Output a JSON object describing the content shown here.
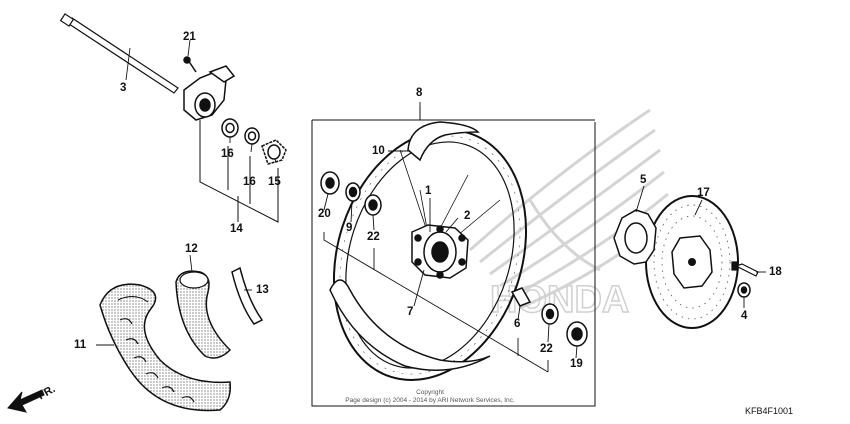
{
  "callouts": {
    "c1": "1",
    "c2": "2",
    "c3": "3",
    "c4": "4",
    "c5": "5",
    "c6": "6",
    "c7": "7",
    "c8": "8",
    "c9": "9",
    "c10": "10",
    "c11": "11",
    "c12": "12",
    "c13": "13",
    "c14": "14",
    "c15": "15",
    "c16a": "16",
    "c16b": "16",
    "c17": "17",
    "c18": "18",
    "c19": "19",
    "c20": "20",
    "c21": "21",
    "c22a": "22",
    "c22b": "22"
  },
  "copyright": {
    "line1": "Copyright",
    "line2": "Page design (c) 2004 - 2014 by ARI Network Services, Inc."
  },
  "diagram_code": "KFB4F1001",
  "direction_label": "FR.",
  "watermark": {
    "brand": "HONDA"
  },
  "colors": {
    "ink": "#111111",
    "watermark": "#d9d9d9"
  }
}
